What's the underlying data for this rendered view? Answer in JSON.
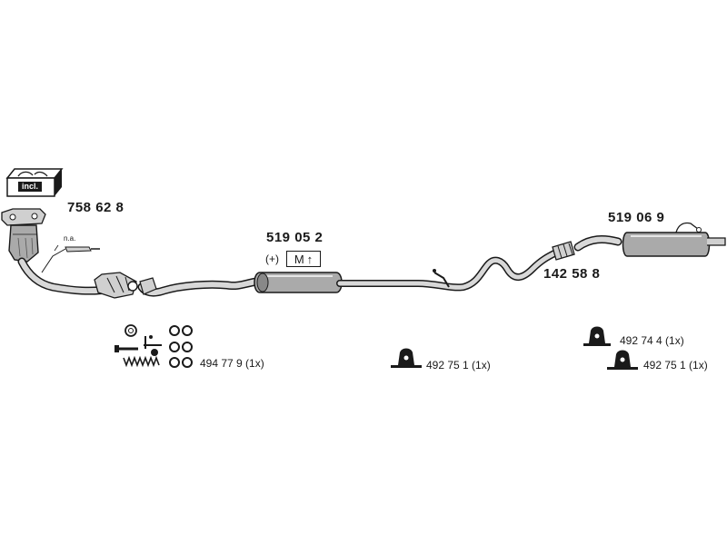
{
  "parts": {
    "catalyst": {
      "number": "758 62 8",
      "incl_label": "incl.",
      "na_label": "n.a."
    },
    "middle_silencer": {
      "number": "519 05 2",
      "plus_label": "(+)",
      "m_label": "M"
    },
    "rear_silencer": {
      "number": "519 06 9"
    },
    "clamp": {
      "number": "142 58 8"
    }
  },
  "kits": {
    "mounting_kit": {
      "label": "494 77 9 (1x)"
    },
    "hanger_middle": {
      "label": "492 75 1 (1x)"
    },
    "hanger_rear_upper": {
      "label": "492 74 4 (1x)"
    },
    "hanger_rear_lower": {
      "label": "492 75 1 (1x)"
    }
  },
  "colors": {
    "line": "#1a1a1a",
    "fill": "#aaaaaa",
    "light": "#d0d0d0"
  }
}
